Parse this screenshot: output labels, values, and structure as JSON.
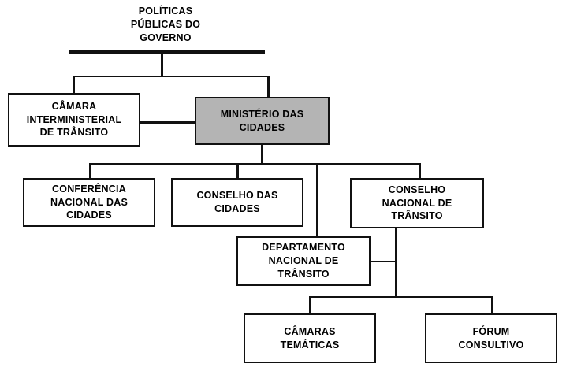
{
  "diagram": {
    "title_text": "POLÍTICAS\nPÚBLICAS DO\nGOVERNO",
    "accent_shaded_color": "#b4b4b4",
    "line_color": "#111111",
    "box_fill_color": "#ffffff",
    "nodes": [
      {
        "id": "camara-interministerial-de-transito",
        "label": "CÂMARA\nINTERMINISTERIAL\nDE TRÂNSITO",
        "shaded": false
      },
      {
        "id": "ministerio-das-cidades",
        "label": "MINISTÉRIO DAS\nCIDADES",
        "shaded": true
      },
      {
        "id": "conferencia-nacional-das-cidades",
        "label": "CONFERÊNCIA\nNACIONAL DAS\nCIDADES",
        "shaded": false
      },
      {
        "id": "conselho-das-cidades",
        "label": "CONSELHO DAS\nCIDADES",
        "shaded": false
      },
      {
        "id": "conselho-nacional-de-transito",
        "label": "CONSELHO\nNACIONAL DE\nTRÂNSITO",
        "shaded": false
      },
      {
        "id": "departamento-nacional-de-transito",
        "label": "DEPARTAMENTO\nNACIONAL DE\nTRÂNSITO",
        "shaded": false
      },
      {
        "id": "camaras-tematicas",
        "label": "CÂMARAS\nTEMÁTICAS",
        "shaded": false
      },
      {
        "id": "forum-consultivo",
        "label": "FÓRUM\nCONSULTIVO",
        "shaded": false
      }
    ]
  }
}
